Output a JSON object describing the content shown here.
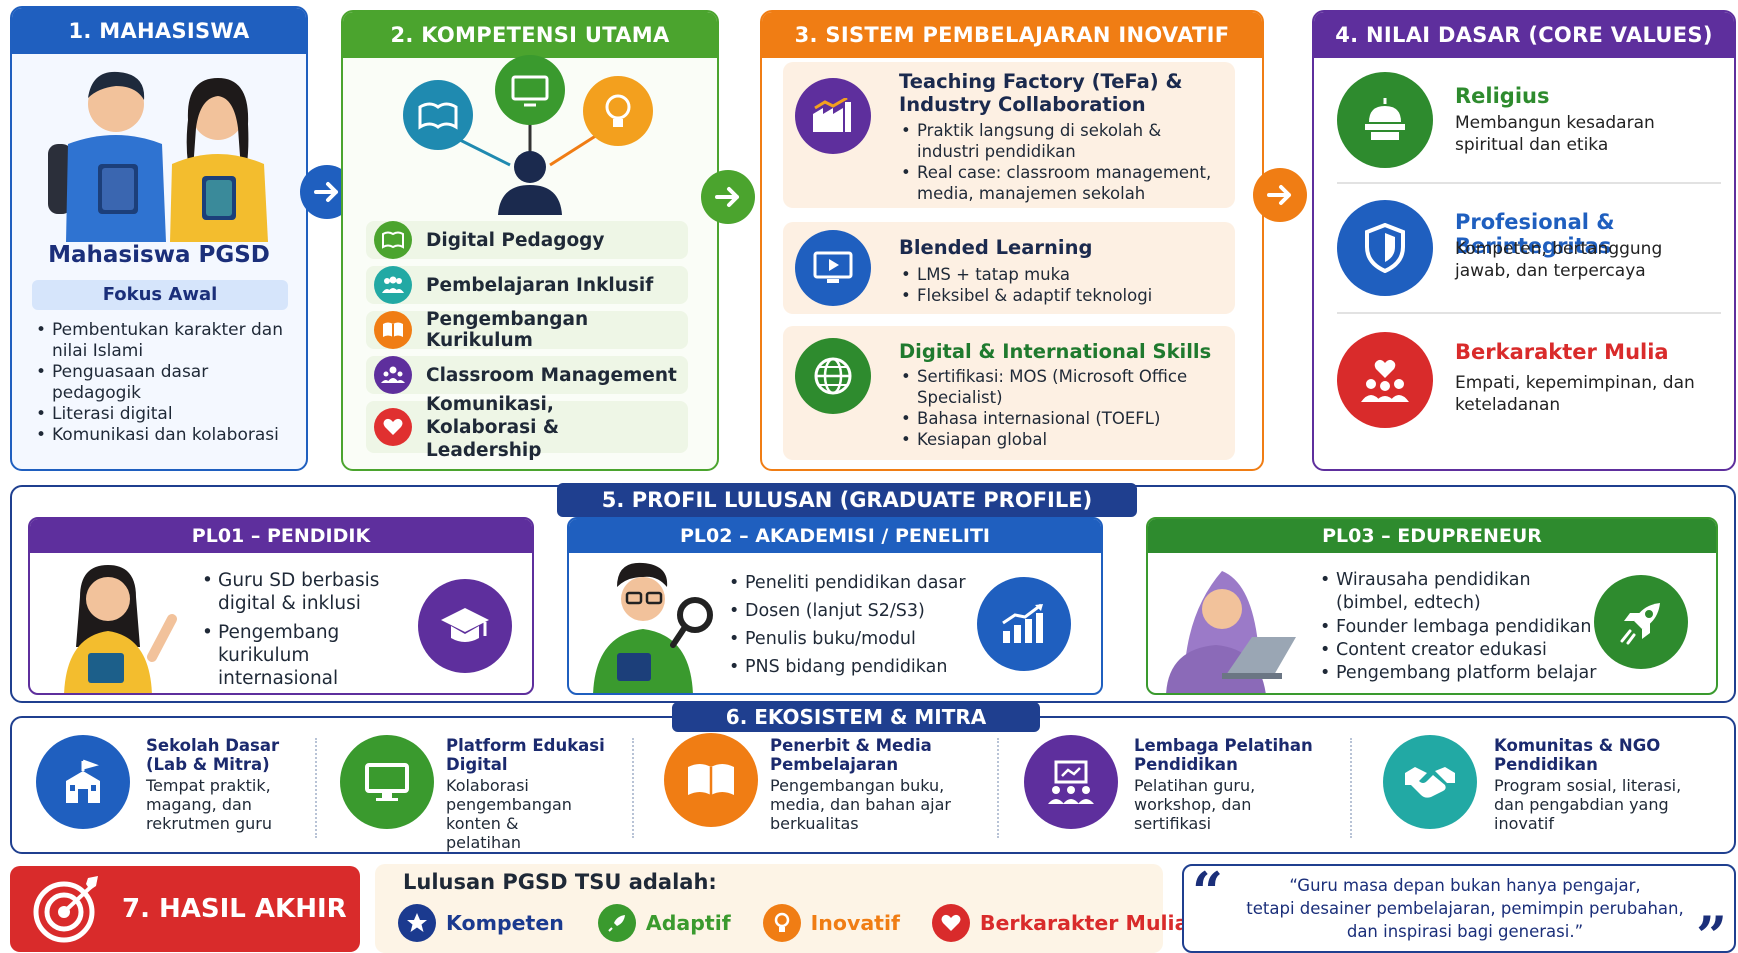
{
  "mahasiswa": {
    "header": "1. MAHASISWA",
    "title": "Mahasiswa PGSD",
    "focus_label": "Fokus Awal",
    "items": [
      "Pembentukan karakter dan nilai Islami",
      "Penguasaan dasar pedagogik",
      "Literasi digital",
      "Komunikasi dan kolaborasi"
    ]
  },
  "kompetensi": {
    "header": "2. KOMPETENSI UTAMA",
    "items": [
      {
        "label": "Digital Pedagogy",
        "icon": "book-icon",
        "color": "#4ba42e"
      },
      {
        "label": "Pembelajaran Inklusif",
        "icon": "people-icon",
        "color": "#22a9a4"
      },
      {
        "label": "Pengembangan Kurikulum",
        "icon": "open-book-icon",
        "color": "#f07d14"
      },
      {
        "label": "Classroom Management",
        "icon": "group-icon",
        "color": "#5e2f9d"
      },
      {
        "label": "Komunikasi, Kolaborasi & Leadership",
        "icon": "heart-icon",
        "color": "#e03030"
      }
    ]
  },
  "sistem": {
    "header": "3. SISTEM PEMBELAJARAN INOVATIF",
    "items": [
      {
        "title": "Teaching Factory (TeFa) & Industry Collaboration",
        "points": [
          "Praktik langsung di sekolah & industri pendidikan",
          "Real case: classroom management, media, manajemen sekolah"
        ]
      },
      {
        "title": "Blended Learning",
        "points": [
          "LMS + tatap muka",
          "Fleksibel & adaptif teknologi"
        ]
      },
      {
        "title": "Digital & International Skills",
        "points": [
          "Sertifikasi: MOS (Microsoft Office Specialist)",
          "Bahasa internasional (TOEFL)",
          "Kesiapan global"
        ]
      }
    ]
  },
  "nilai": {
    "header": "4. NILAI DASAR (CORE VALUES)",
    "items": [
      {
        "title": "Religius",
        "desc": "Membangun kesadaran spiritual dan etika",
        "color": "#2e8b2e"
      },
      {
        "title": "Profesional & Berintegritas",
        "desc": "Kompeten, bertanggung jawab, dan terpercaya",
        "color": "#1f5fbf"
      },
      {
        "title": "Berkarakter Mulia",
        "desc": "Empati, kepemimpinan, dan keteladanan",
        "color": "#d92b2b"
      }
    ]
  },
  "profil": {
    "header": "5. PROFIL LULUSAN (GRADUATE PROFILE)",
    "items": [
      {
        "title": "PL01 – PENDIDIK",
        "points": [
          "Guru SD berbasis digital & inklusi",
          "Pengembang kurikulum internasional"
        ]
      },
      {
        "title": "PL02 – AKADEMISI / PENELITI",
        "points": [
          "Peneliti pendidikan dasar",
          "Dosen (lanjut S2/S3)",
          "Penulis buku/modul",
          "PNS bidang pendidikan"
        ]
      },
      {
        "title": "PL03 – EDUPRENEUR",
        "points": [
          "Wirausaha pendidikan (bimbel, edtech)",
          "Founder lembaga pendidikan",
          "Content creator edukasi",
          "Pengembang platform belajar"
        ]
      }
    ]
  },
  "ekosistem": {
    "header": "6. EKOSISTEM & MITRA",
    "items": [
      {
        "title": "Sekolah Dasar (Lab & Mitra)",
        "desc": "Tempat praktik, magang, dan rekrutmen guru",
        "color": "#1f5fbf"
      },
      {
        "title": "Platform Edukasi Digital",
        "desc": "Kolaborasi pengembangan konten & pelatihan",
        "color": "#3a9a2e"
      },
      {
        "title": "Penerbit & Media Pembelajaran",
        "desc": "Pengembangan buku, media, dan bahan ajar berkualitas",
        "color": "#f07d14"
      },
      {
        "title": "Lembaga Pelatihan Pendidikan",
        "desc": "Pelatihan guru, workshop, dan sertifikasi",
        "color": "#5e2f9d"
      },
      {
        "title": "Komunitas & NGO Pendidikan",
        "desc": "Program sosial, literasi, dan pengabdian yang inovatif",
        "color": "#22a9a4"
      }
    ]
  },
  "hasil": {
    "header": "7. HASIL AKHIR",
    "intro": "Lulusan PGSD TSU adalah:",
    "traits": [
      {
        "label": "Kompeten",
        "color": "#1b3a8f"
      },
      {
        "label": "Adaptif",
        "color": "#3a9a2e"
      },
      {
        "label": "Inovatif",
        "color": "#f07d14"
      },
      {
        "label": "Berkarakter Mulia",
        "color": "#d92b2b"
      }
    ],
    "quote_l1": "“Guru masa depan bukan hanya pengajar,",
    "quote_l2": "tetapi desainer pembelajaran, pemimpin perubahan,",
    "quote_l3": "dan inspirasi bagi generasi.”"
  }
}
